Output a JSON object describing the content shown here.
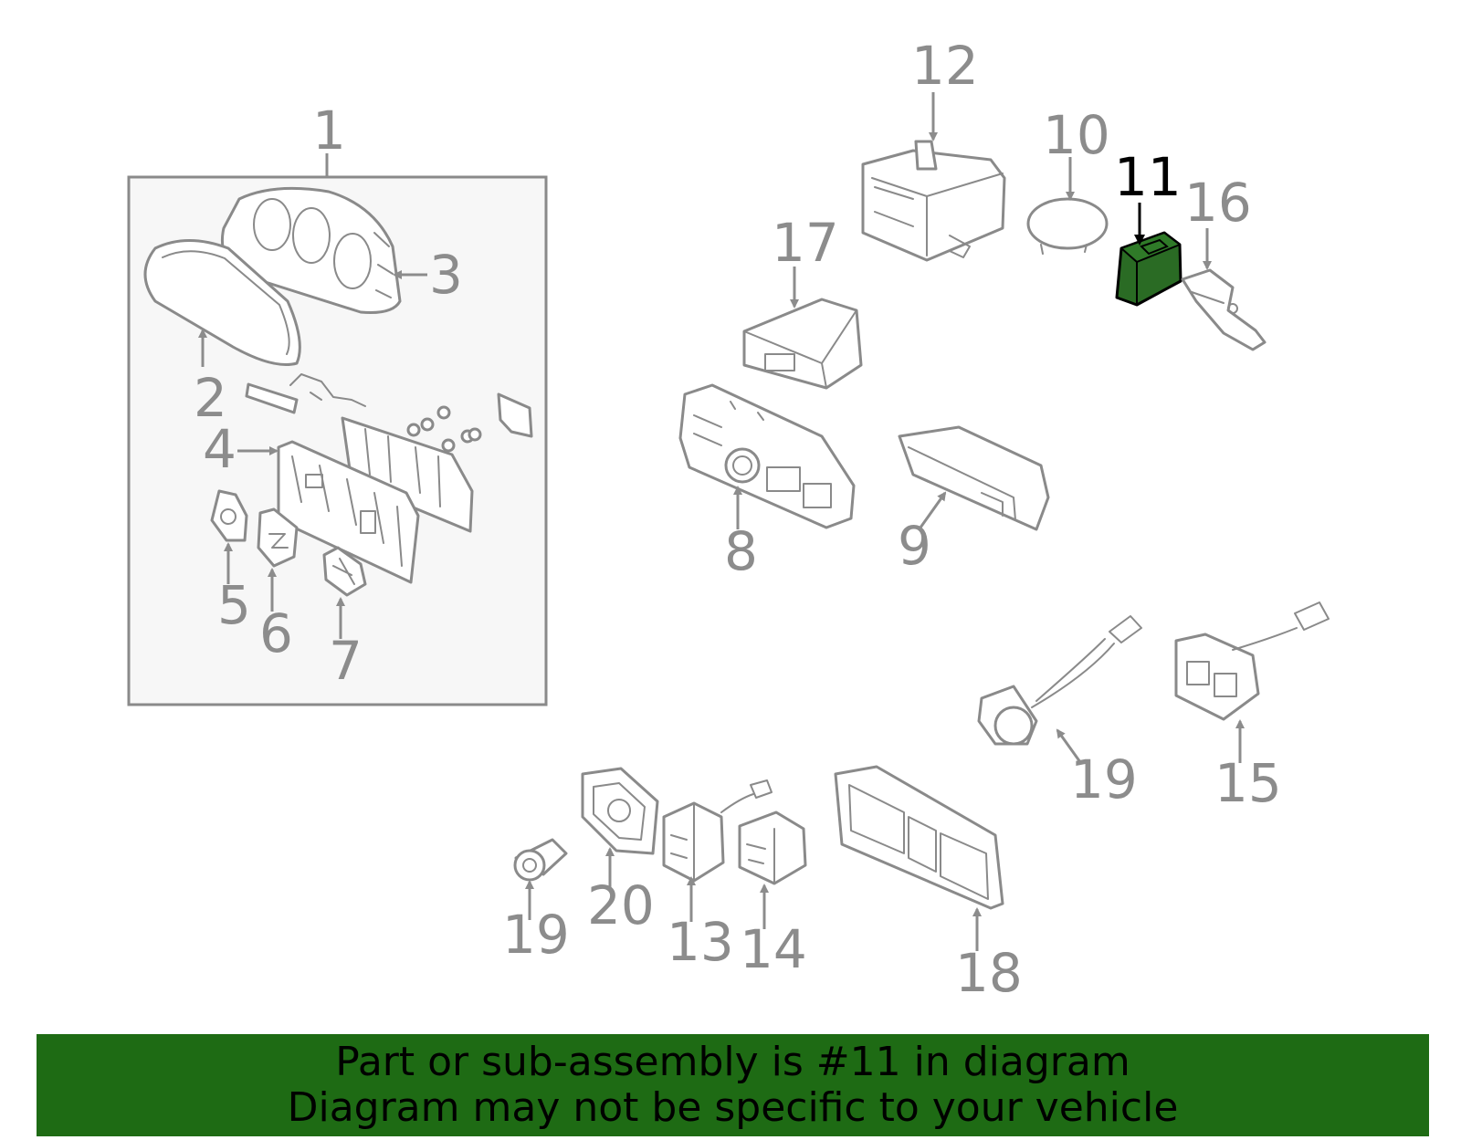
{
  "labels": [
    "1",
    "2",
    "3",
    "4",
    "5",
    "6",
    "7",
    "8",
    "9",
    "10",
    "11",
    "12",
    "13",
    "14",
    "15",
    "16",
    "17",
    "18",
    "19",
    "19",
    "20"
  ],
  "highlighted_part": "11",
  "colors": {
    "highlight": "#2a6b24",
    "banner": "#1e6b14",
    "line": "#8a8a8a",
    "label": "#8c8c8c",
    "panel": "#f7f7f7"
  },
  "banner": {
    "line1": "Part or sub-assembly is #11 in diagram",
    "line2": "Diagram may not be specific to your vehicle"
  }
}
